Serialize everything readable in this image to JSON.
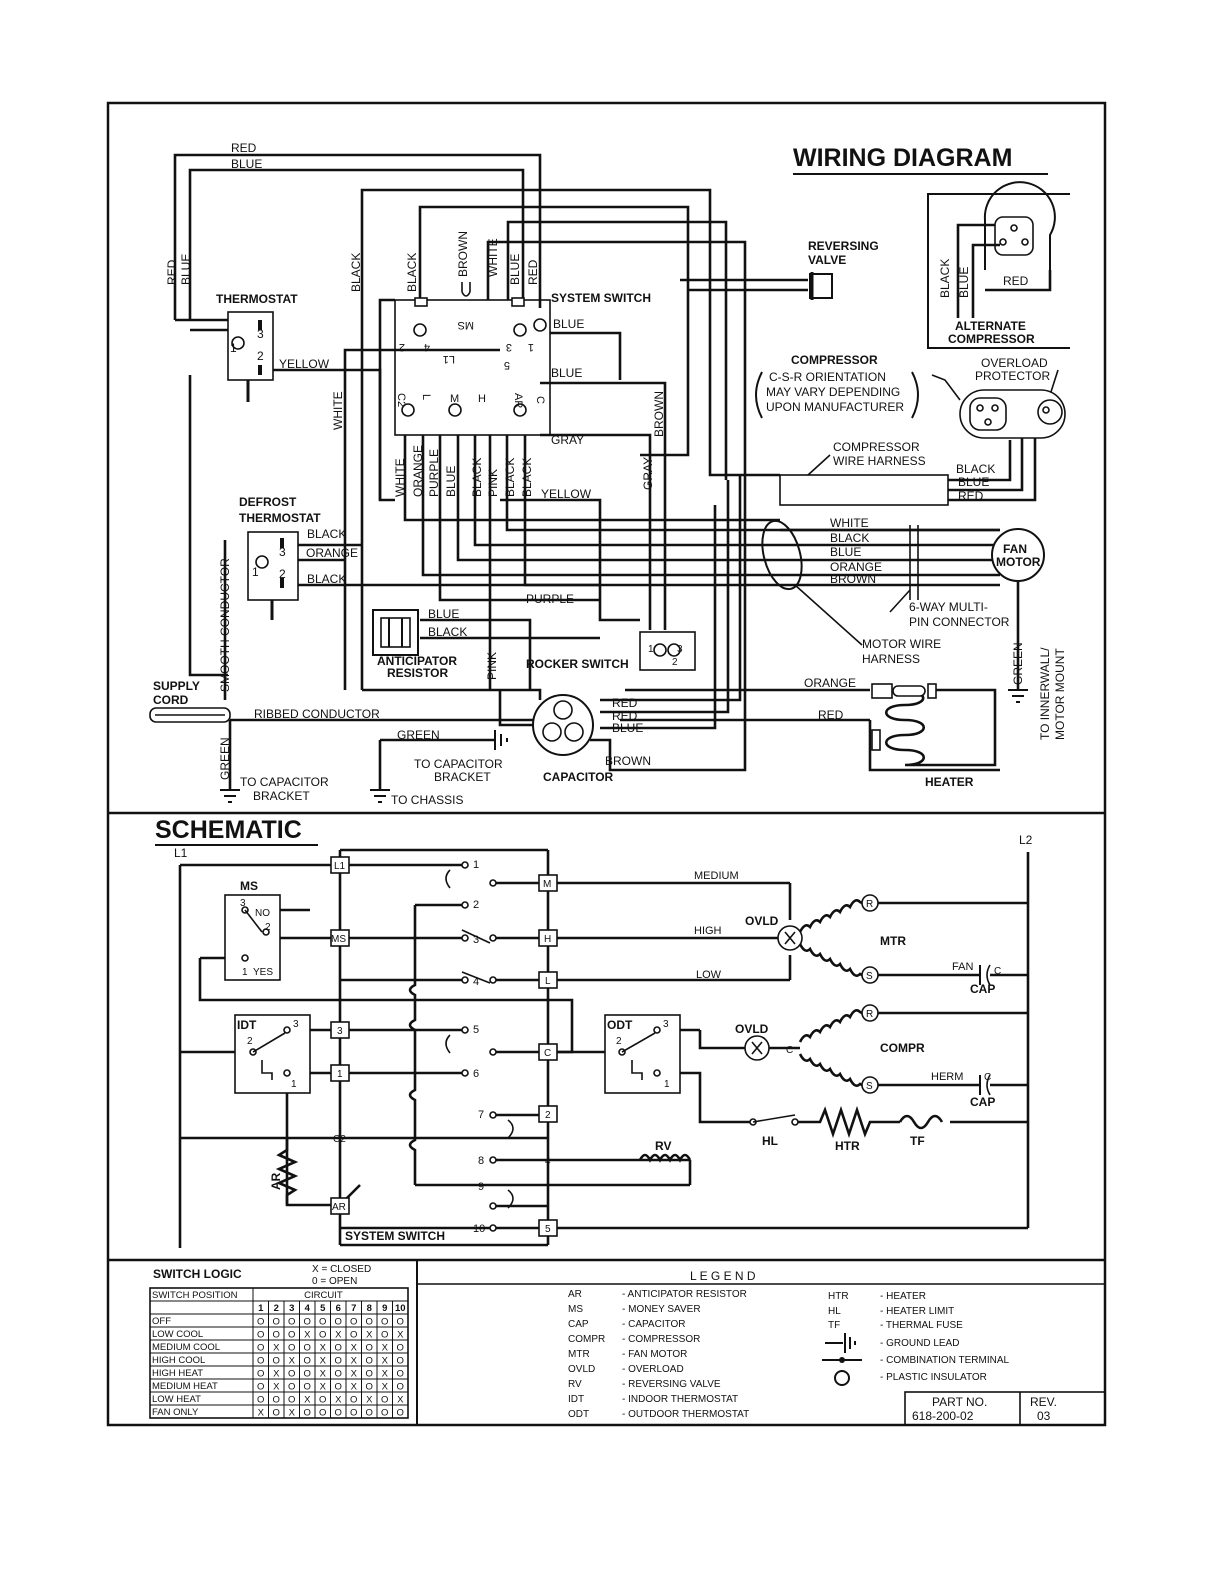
{
  "titles": {
    "wiring": "WIRING DIAGRAM",
    "schematic": "SCHEMATIC"
  },
  "wiring": {
    "wire_red": "RED",
    "wire_blue": "BLUE",
    "thermostat": "THERMOSTAT",
    "t_yellow": "YELLOW",
    "t1": "1",
    "t2": "2",
    "t3": "3",
    "defrost_1": "DEFROST",
    "defrost_2": "THERMOSTAT",
    "d_black1": "BLACK",
    "d_orange": "ORANGE",
    "d_black2": "BLACK",
    "d1": "1",
    "d2": "2",
    "d3": "3",
    "smooth_conductor": "SMOOTH CONDUCTOR",
    "supply_cord_1": "SUPPLY",
    "supply_cord_2": "CORD",
    "ribbed_conductor": "RIBBED CONDUCTOR",
    "green": "GREEN",
    "to_cap_bracket_1": "TO CAPACITOR",
    "to_cap_bracket_2": "BRACKET",
    "to_chassis": "TO CHASSIS",
    "anticip_1": "ANTICIPATOR",
    "anticip_2": "RESISTOR",
    "a_blue": "BLUE",
    "a_black": "BLACK",
    "white": "WHITE",
    "black": "BLACK",
    "brown": "BROWN",
    "system_switch": "SYSTEM SWITCH",
    "ss_blue1": "BLUE",
    "ss_blue2": "BLUE",
    "ss_gray": "GRAY",
    "ss_yellow": "YELLOW",
    "ss_ms": "MS",
    "ss_l1": "L1",
    "ss_c2": "C2",
    "ss_l": "L",
    "ss_m": "M",
    "ss_h": "H",
    "ss_ar": "AR",
    "ss_c": "C",
    "ss_n1": "1",
    "ss_n2": "2",
    "ss_n3": "3",
    "ss_n4": "4",
    "ss_n5": "5",
    "v_white": "WHITE",
    "v_orange": "ORANGE",
    "v_purple": "PURPLE",
    "v_blue": "BLUE",
    "v_black1": "BLACK",
    "v_pink": "PINK",
    "v_black2": "BLACK",
    "v_black3": "BLACK",
    "v_gray": "GRAY",
    "v_brown": "BROWN",
    "purple": "PURPLE",
    "pink": "PINK",
    "rocker_switch": "ROCKER SWITCH",
    "r1": "1",
    "r2": "2",
    "r3": "3",
    "reversing_valve_1": "REVERSING",
    "reversing_valve_2": "VALVE",
    "alt_comp_1": "ALTERNATE",
    "alt_comp_2": "COMPRESSOR",
    "alt_black": "BLACK",
    "alt_blue": "BLUE",
    "alt_red": "RED",
    "compressor": "COMPRESSOR",
    "csr_1": "C-S-R ORIENTATION",
    "csr_2": "MAY VARY DEPENDING",
    "csr_3": "UPON MANUFACTURER",
    "overload_1": "OVERLOAD",
    "overload_2": "PROTECTOR",
    "comp_harness_1": "COMPRESSOR",
    "comp_harness_2": "WIRE HARNESS",
    "h_black": "BLACK",
    "h_blue": "BLUE",
    "h_red": "RED",
    "f_white": "WHITE",
    "f_black": "BLACK",
    "f_blue": "BLUE",
    "f_orange": "ORANGE",
    "f_brown": "BROWN",
    "fan_motor_1": "FAN",
    "fan_motor_2": "MOTOR",
    "six_way_1": "6-WAY MULTI-",
    "six_way_2": "PIN CONNECTOR",
    "motor_harness_1": "MOTOR WIRE",
    "motor_harness_2": "HARNESS",
    "green_v": "GREEN",
    "to_innerwall_1": "TO INNERWALL/",
    "to_innerwall_2": "MOTOR MOUNT",
    "orange": "ORANGE",
    "red": "RED",
    "heater": "HEATER",
    "cap_red1": "RED",
    "cap_red2": "RED",
    "cap_blue": "BLUE",
    "cap_brown": "BROWN",
    "capacitor": "CAPACITOR",
    "cap_green": "GREEN",
    "to_cap_bracket2_1": "TO CAPACITOR",
    "to_cap_bracket2_2": "BRACKET"
  },
  "schematic": {
    "l1": "L1",
    "l2": "L2",
    "ms": "MS",
    "ms_no": "NO",
    "ms_yes": "YES",
    "ms3": "3",
    "ms2": "2",
    "ms1": "1",
    "term_l1": "L1",
    "term_ms": "MS",
    "term_3": "3",
    "term_1": "1",
    "term_ar": "AR",
    "term_m": "M",
    "term_h": "H",
    "term_l": "L",
    "term_c": "C",
    "term_2": "2",
    "term_5": "5",
    "c2": "C2",
    "c4": "4",
    "idt": "IDT",
    "idt3": "3",
    "idt2": "2",
    "idt1": "1",
    "odt": "ODT",
    "odt3": "3",
    "odt2": "2",
    "odt1": "1",
    "sw1": "1",
    "sw2": "2",
    "sw3": "3",
    "sw4": "4",
    "sw5": "5",
    "sw6": "6",
    "sw7": "7",
    "sw8": "8",
    "sw9": "9",
    "sw10": "10",
    "medium": "MEDIUM",
    "high": "HIGH",
    "low": "LOW",
    "ovld": "OVLD",
    "mtr": "MTR",
    "compr": "COMPR",
    "r_label": "R",
    "s_label": "S",
    "c_label": "C",
    "fan": "FAN",
    "herm": "HERM",
    "cap": "CAP",
    "hl": "HL",
    "htr": "HTR",
    "tf": "TF",
    "rv": "RV",
    "ar": "AR",
    "system_switch": "SYSTEM SWITCH"
  },
  "switch_logic": {
    "title": "SWITCH LOGIC",
    "closed": "X = CLOSED",
    "open": "0 = OPEN",
    "col_position": "SWITCH POSITION",
    "col_circuit": "CIRCUIT",
    "circuits": [
      "1",
      "2",
      "3",
      "4",
      "5",
      "6",
      "7",
      "8",
      "9",
      "10"
    ],
    "rows": [
      {
        "name": "OFF",
        "cells": [
          "O",
          "O",
          "O",
          "O",
          "O",
          "O",
          "O",
          "O",
          "O",
          "O"
        ]
      },
      {
        "name": "LOW COOL",
        "cells": [
          "O",
          "O",
          "O",
          "X",
          "O",
          "X",
          "O",
          "X",
          "O",
          "X"
        ]
      },
      {
        "name": "MEDIUM COOL",
        "cells": [
          "O",
          "X",
          "O",
          "O",
          "X",
          "O",
          "X",
          "O",
          "X",
          "O"
        ]
      },
      {
        "name": "HIGH COOL",
        "cells": [
          "O",
          "O",
          "X",
          "O",
          "X",
          "O",
          "X",
          "O",
          "X",
          "O"
        ]
      },
      {
        "name": "HIGH HEAT",
        "cells": [
          "O",
          "X",
          "O",
          "O",
          "X",
          "O",
          "X",
          "O",
          "X",
          "O"
        ]
      },
      {
        "name": "MEDIUM HEAT",
        "cells": [
          "O",
          "X",
          "O",
          "O",
          "X",
          "O",
          "X",
          "O",
          "X",
          "O"
        ]
      },
      {
        "name": "LOW HEAT",
        "cells": [
          "O",
          "O",
          "O",
          "X",
          "O",
          "X",
          "O",
          "X",
          "O",
          "X"
        ]
      },
      {
        "name": "FAN ONLY",
        "cells": [
          "X",
          "O",
          "X",
          "O",
          "O",
          "O",
          "O",
          "O",
          "O",
          "O"
        ]
      }
    ]
  },
  "legend": {
    "title": "L E G E N D",
    "left": [
      {
        "abbr": "AR",
        "desc": "- ANTICIPATOR RESISTOR"
      },
      {
        "abbr": "MS",
        "desc": "- MONEY SAVER"
      },
      {
        "abbr": "CAP",
        "desc": "- CAPACITOR"
      },
      {
        "abbr": "COMPR",
        "desc": "- COMPRESSOR"
      },
      {
        "abbr": "MTR",
        "desc": "- FAN MOTOR"
      },
      {
        "abbr": "OVLD",
        "desc": "- OVERLOAD"
      },
      {
        "abbr": "RV",
        "desc": "- REVERSING VALVE"
      },
      {
        "abbr": "IDT",
        "desc": "- INDOOR THERMOSTAT"
      },
      {
        "abbr": "ODT",
        "desc": "- OUTDOOR THERMOSTAT"
      }
    ],
    "right": [
      {
        "abbr": "HTR",
        "desc": "- HEATER"
      },
      {
        "abbr": "HL",
        "desc": "- HEATER LIMIT"
      },
      {
        "abbr": "TF",
        "desc": "- THERMAL FUSE"
      },
      {
        "abbr": "",
        "desc": "- GROUND LEAD"
      },
      {
        "abbr": "",
        "desc": "- COMBINATION TERMINAL"
      },
      {
        "abbr": "",
        "desc": "- PLASTIC INSULATOR"
      }
    ],
    "part_no_label": "PART NO.",
    "part_no": "618-200-02",
    "rev_label": "REV.",
    "rev": "03"
  }
}
